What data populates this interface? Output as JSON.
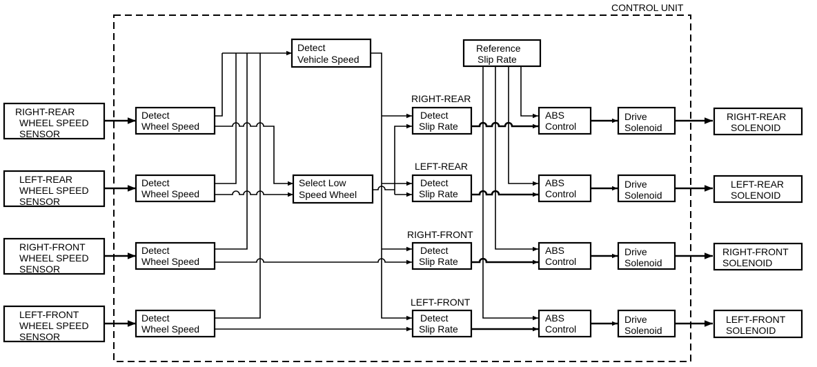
{
  "control_unit_label": "CONTROL UNIT",
  "sensors": {
    "rr": [
      "RIGHT-REAR",
      "WHEEL SPEED",
      "SENSOR"
    ],
    "lr": [
      "LEFT-REAR",
      "WHEEL SPEED",
      "SENSOR"
    ],
    "rf": [
      "RIGHT-FRONT",
      "WHEEL SPEED",
      "SENSOR"
    ],
    "lf": [
      "LEFT-FRONT",
      "WHEEL SPEED",
      "SENSOR"
    ]
  },
  "detect_wheel_speed": [
    "Detect",
    "Wheel Speed"
  ],
  "detect_vehicle_speed": [
    "Detect",
    "Vehicle Speed"
  ],
  "select_low_speed_wheel": [
    "Select Low",
    "Speed Wheel"
  ],
  "reference_slip_rate": [
    "Reference",
    "Slip Rate"
  ],
  "detect_slip_rate": [
    "Detect",
    "Slip Rate"
  ],
  "slip_headers": {
    "rr": "RIGHT-REAR",
    "lr": "LEFT-REAR",
    "rf": "RIGHT-FRONT",
    "lf": "LEFT-FRONT"
  },
  "abs_control": [
    "ABS",
    "Control"
  ],
  "drive_solenoid": [
    "Drive",
    "Solenoid"
  ],
  "solenoids": {
    "rr": [
      "RIGHT-REAR",
      "SOLENOID"
    ],
    "lr": [
      "LEFT-REAR",
      "SOLENOID"
    ],
    "rf": [
      "RIGHT-FRONT",
      "SOLENOID"
    ],
    "lf": [
      "LEFT-FRONT",
      "SOLENOID"
    ]
  }
}
